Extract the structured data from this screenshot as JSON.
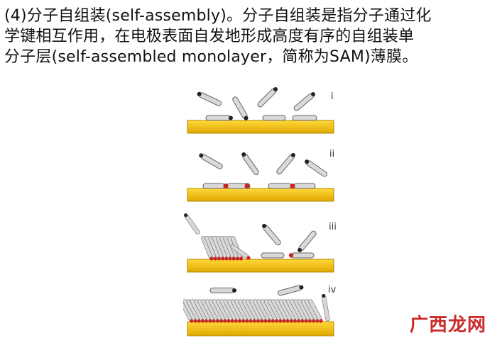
{
  "paragraph": {
    "line1": "(4)分子自组装(self-assembly)。分子自组装是指分子通过化",
    "line2": "学键相互作用，在电极表面自发地形成高度有序的自组装单",
    "line3": "分子层(self-assembled monolayer，简称为SAM)薄膜。"
  },
  "figure": {
    "panels": [
      {
        "label": "i"
      },
      {
        "label": "ii"
      },
      {
        "label": "iii"
      },
      {
        "label": "iv"
      }
    ],
    "colors": {
      "substrate": "#f2c20f",
      "substrate_edge": "#b08a00",
      "molecule_body": "#d9d9d9",
      "molecule_edge": "#666666",
      "head_group": "#222222",
      "bond": "#cc2222"
    }
  },
  "watermark": {
    "text": "广西龙网"
  }
}
